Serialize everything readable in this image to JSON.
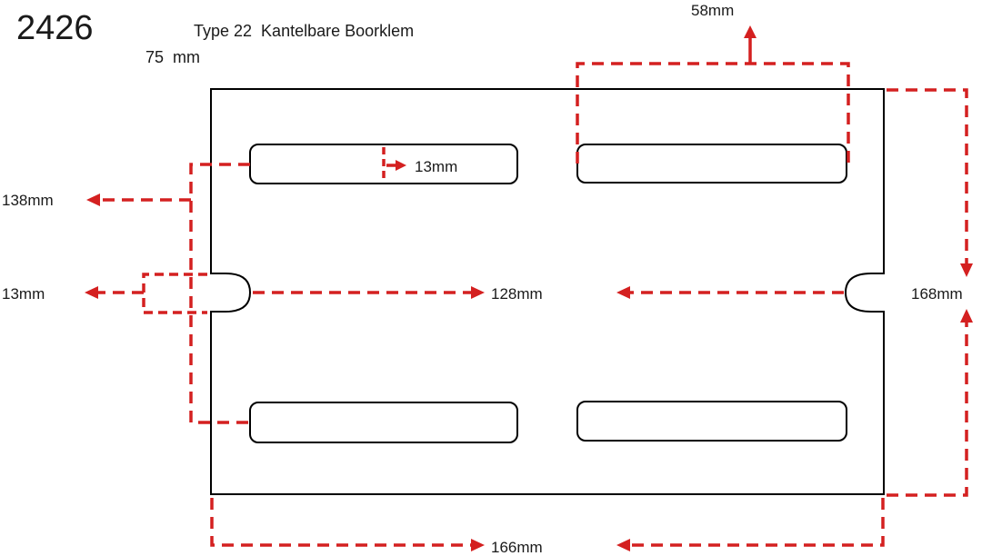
{
  "header": {
    "code": "2426",
    "title": "Type 22  Kantelbare Boorklem",
    "thickness": "75  mm"
  },
  "dimensions": {
    "slot_spacing_top": "58mm",
    "slot_height": "13mm",
    "slot_offset": "138mm",
    "notch": "13mm",
    "notch_to_notch": "128mm",
    "height": "168mm",
    "width": "166mm"
  },
  "colors": {
    "dimension_line": "#d42020",
    "outline": "#000000"
  }
}
